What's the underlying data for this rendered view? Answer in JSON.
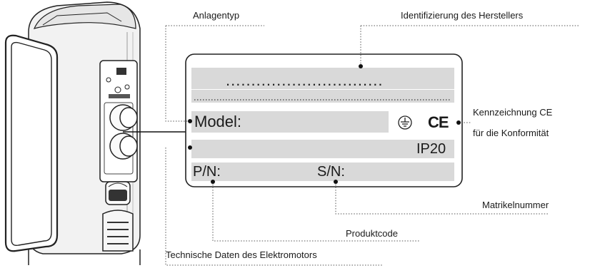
{
  "plate": {
    "dots": "...............................",
    "model_label": "Model:",
    "ce_mark": "CE",
    "ground_symbol": "⏚",
    "ip_rating": "IP20",
    "pn_label": "P/N:",
    "sn_label": "S/N:"
  },
  "callouts": {
    "anlagentyp": "Anlagentyp",
    "hersteller": "Identifizierung des Herstellers",
    "ce_line1": "Kennzeichnung CE",
    "ce_line2": "für die Konformität",
    "matrikel": "Matrikelnummer",
    "produktcode": "Produktcode",
    "technische_daten": "Technische Daten des Elektromotors"
  },
  "colors": {
    "plate_fill": "#d9d9d9",
    "line": "#333333"
  }
}
